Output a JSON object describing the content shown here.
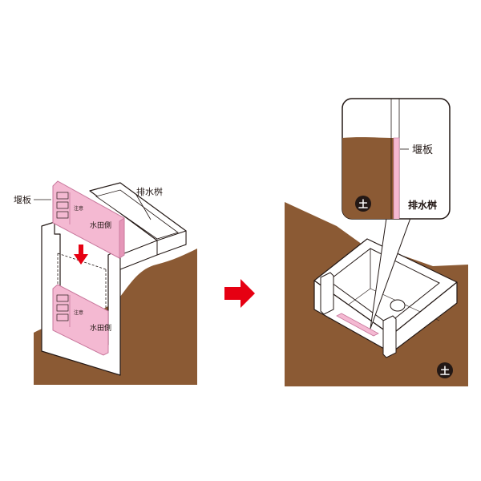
{
  "labels": {
    "weir_board": "堰板",
    "drain_basin": "排水桝",
    "paddy_side": "水田側",
    "small_print": "注意",
    "soil": "土"
  },
  "colors": {
    "soil": "#8b5a34",
    "board": "#f4b9d2",
    "board_edge": "#c8779c",
    "arrow": "#e60012",
    "outline": "#231815"
  }
}
